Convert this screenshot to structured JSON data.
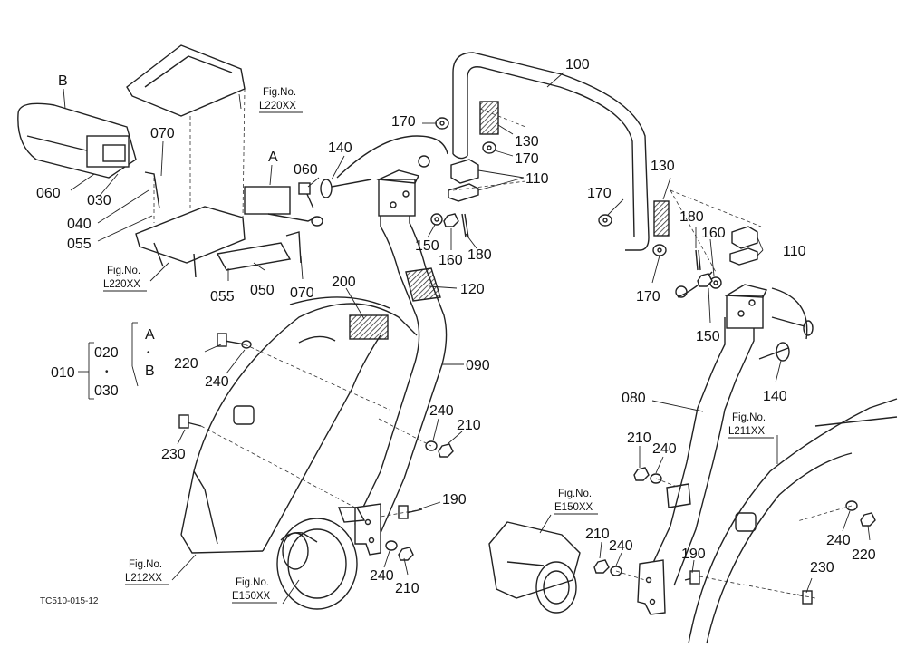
{
  "figure_code": "TC510-015-12",
  "callouts": {
    "c100": "100",
    "c130a": "130",
    "c170a": "170",
    "c110a": "110",
    "c170b": "170",
    "c130b": "130",
    "c170c": "170",
    "c180a": "180",
    "c160a": "160",
    "c110b": "110",
    "c170d": "170",
    "c150a": "150",
    "c140a": "140",
    "c080": "080",
    "c210a": "210",
    "c240a": "240",
    "c190a": "190",
    "c210b": "210",
    "c240b": "240",
    "c240c": "240",
    "c220a": "220",
    "c230a": "230",
    "c140b": "140",
    "c060a": "060",
    "c150b": "150",
    "c160b": "160",
    "c180b": "180",
    "c120": "120",
    "c200": "200",
    "c090": "090",
    "c240d": "240",
    "c210c": "210",
    "c190b": "190",
    "c240e": "240",
    "c210d": "210",
    "c220b": "220",
    "c240f": "240",
    "c230b": "230",
    "c070a": "070",
    "c060b": "060",
    "c030": "030",
    "c040": "040",
    "c055a": "055",
    "c055b": "055",
    "c050": "050",
    "c070b": "070",
    "c010": "010",
    "c020": "020",
    "c030b": "030",
    "lA": "A",
    "lB": "B",
    "lA2": "A",
    "lB2": "B",
    "dot1": "•",
    "dot2": "•"
  },
  "fig_refs": {
    "r1_a": "Fig.No.",
    "r1_b": "L220XX",
    "r2_a": "Fig.No.",
    "r2_b": "L220XX",
    "r3_a": "Fig.No.",
    "r3_b": "L212XX",
    "r4_a": "Fig.No.",
    "r4_b": "E150XX",
    "r5_a": "Fig.No.",
    "r5_b": "E150XX",
    "r6_a": "Fig.No.",
    "r6_b": "L211XX"
  },
  "icons": [
    "seat-belt-icon",
    "buckle-icon",
    "bolt-icon",
    "washer-icon",
    "nut-icon",
    "pin-icon",
    "rops-frame-icon"
  ]
}
